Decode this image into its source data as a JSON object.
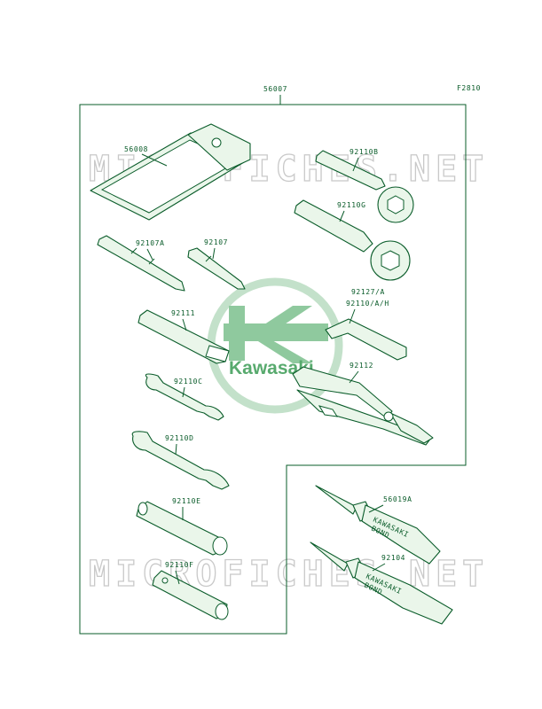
{
  "diagram": {
    "figure_code": "F2810",
    "assembly_label": "56007",
    "parts": [
      "56008",
      "92110B",
      "92110G",
      "92107A",
      "92107",
      "92127/A",
      "92110/A/H",
      "92111",
      "92112",
      "92110C",
      "92110D",
      "92110E",
      "56019A",
      "92104",
      "92110F"
    ],
    "bond_tube_text": [
      "KAWASAKI",
      "BOND"
    ]
  },
  "watermark": {
    "text": "MICROFICHES.NET",
    "logo_text": "Kawasaki"
  },
  "colors": {
    "line": "#0a5c2a",
    "part_fill": "#eaf6ea",
    "logo": "#3b9c55",
    "watermark": "#c9c9c9"
  }
}
